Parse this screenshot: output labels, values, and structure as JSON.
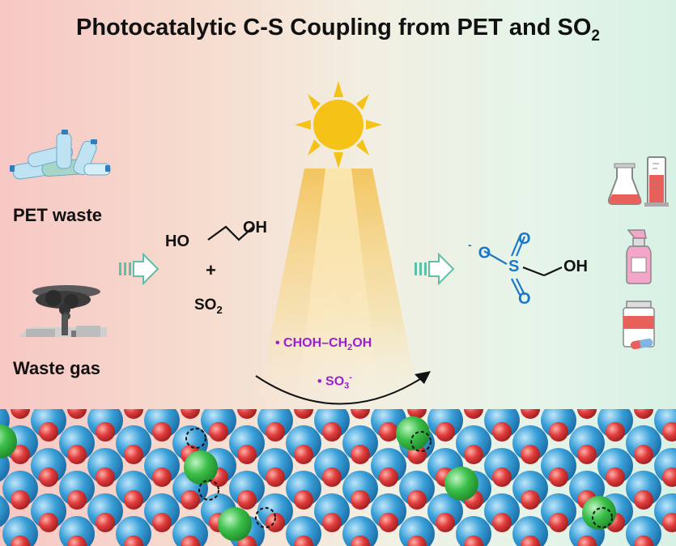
{
  "title": {
    "main": "Photocatalytic C-S Coupling from PET and SO",
    "sub": "2"
  },
  "inputs": {
    "pet_label": "PET waste",
    "gas_label": "Waste gas"
  },
  "reactants": {
    "ho": "HO",
    "oh": "OH",
    "plus": "+",
    "so2_main": "SO",
    "so2_sub": "2"
  },
  "radicals": {
    "r1_main": "• CHOH–CH",
    "r1_sub": "2",
    "r1_end": "OH",
    "r2_main": "• SO",
    "r2_sub": "3",
    "r2_sup": "-"
  },
  "product": {
    "o_minus": "O",
    "minus": "-",
    "s": "S",
    "o_top": "O",
    "o_bottom": "O",
    "oh": "OH"
  },
  "colors": {
    "sun": "#f5c218",
    "arrow_fill": "#ffffff",
    "arrow_stroke": "#5fbfa8",
    "product_blue": "#1e78c8",
    "radical_purple": "#9a1fd0",
    "atom_blue": "#3aa0d8",
    "atom_red": "#e03c3c",
    "atom_green": "#3cbf4a"
  },
  "icons": [
    "plastic-bottles-icon",
    "smokestack-icon",
    "sun-icon",
    "flask-icon",
    "graduated-cylinder-icon",
    "spray-bottle-icon",
    "medicine-bottle-icon",
    "capsule-icon"
  ]
}
